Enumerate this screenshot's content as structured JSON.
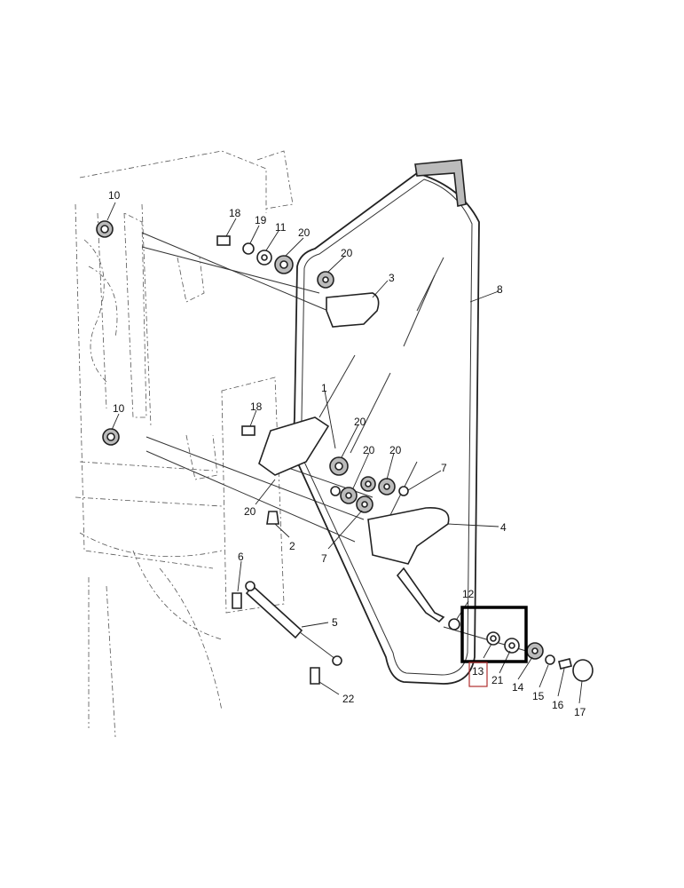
{
  "diagram": {
    "callouts": [
      "10",
      "18",
      "19",
      "11",
      "20",
      "20",
      "3",
      "8",
      "1",
      "10",
      "18",
      "20",
      "20",
      "20",
      "7",
      "20",
      "2",
      "7",
      "4",
      "6",
      "5",
      "12",
      "13",
      "21",
      "14",
      "15",
      "16",
      "17",
      "22"
    ],
    "highlighted_callout": "13",
    "colors": {
      "ink": "#222222",
      "highlight": "#000000",
      "highlight_label_box": "#b03030"
    }
  }
}
